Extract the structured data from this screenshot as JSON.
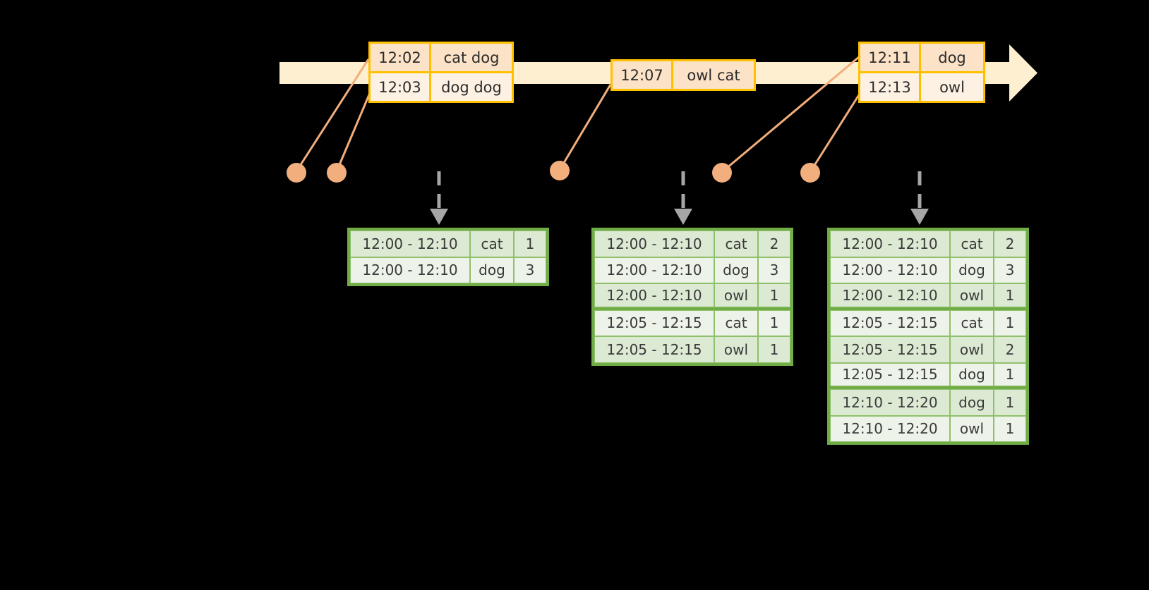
{
  "diagram": {
    "title": "windowed-word-count-timeline",
    "colors": {
      "background": "#000000",
      "timeline": "#FDEFCF",
      "event_border": "#FFC000",
      "event_fill_shade": "#FCE2C6",
      "event_fill_plain": "#FDF1E3",
      "table_border": "#70AD47",
      "table_fill_alt": "#DCE9D3",
      "table_fill_base": "#EDF3E9",
      "connector": "#F2AE7C",
      "flow_arrow": "#A6A6A6"
    }
  },
  "timeline": {
    "arrow_name": "time-axis-arrow",
    "events": [
      {
        "name": "event-group-1",
        "rows": [
          {
            "time": "12:02",
            "words": "cat dog"
          },
          {
            "time": "12:03",
            "words": "dog dog"
          }
        ]
      },
      {
        "name": "event-group-2",
        "rows": [
          {
            "time": "12:07",
            "words": "owl cat"
          }
        ]
      },
      {
        "name": "event-group-3",
        "rows": [
          {
            "time": "12:11",
            "words": "dog"
          },
          {
            "time": "12:13",
            "words": "owl"
          }
        ]
      }
    ]
  },
  "tables": [
    {
      "name": "result-table-1",
      "rows": [
        {
          "window": "12:00 - 12:10",
          "key": "cat",
          "count": "1"
        },
        {
          "window": "12:00 - 12:10",
          "key": "dog",
          "count": "3"
        }
      ]
    },
    {
      "name": "result-table-2",
      "rows": [
        {
          "window": "12:00 - 12:10",
          "key": "cat",
          "count": "2"
        },
        {
          "window": "12:00 - 12:10",
          "key": "dog",
          "count": "3"
        },
        {
          "window": "12:00 - 12:10",
          "key": "owl",
          "count": "1"
        },
        {
          "window": "12:05 - 12:15",
          "key": "cat",
          "count": "1"
        },
        {
          "window": "12:05 - 12:15",
          "key": "owl",
          "count": "1"
        }
      ]
    },
    {
      "name": "result-table-3",
      "rows": [
        {
          "window": "12:00 - 12:10",
          "key": "cat",
          "count": "2"
        },
        {
          "window": "12:00 - 12:10",
          "key": "dog",
          "count": "3"
        },
        {
          "window": "12:00 - 12:10",
          "key": "owl",
          "count": "1"
        },
        {
          "window": "12:05 - 12:15",
          "key": "cat",
          "count": "1"
        },
        {
          "window": "12:05 - 12:15",
          "key": "owl",
          "count": "2"
        },
        {
          "window": "12:05 - 12:15",
          "key": "dog",
          "count": "1"
        },
        {
          "window": "12:10 - 12:20",
          "key": "dog",
          "count": "1"
        },
        {
          "window": "12:10 - 12:20",
          "key": "owl",
          "count": "1"
        }
      ]
    }
  ]
}
